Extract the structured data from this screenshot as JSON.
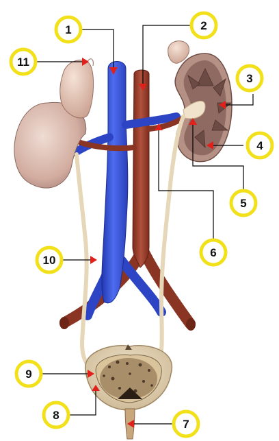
{
  "diagram": {
    "callouts": [
      {
        "id": "1",
        "label": "1"
      },
      {
        "id": "2",
        "label": "2"
      },
      {
        "id": "3",
        "label": "3"
      },
      {
        "id": "4",
        "label": "4"
      },
      {
        "id": "5",
        "label": "5"
      },
      {
        "id": "6",
        "label": "6"
      },
      {
        "id": "7",
        "label": "7"
      },
      {
        "id": "8",
        "label": "8"
      },
      {
        "id": "9",
        "label": "9"
      },
      {
        "id": "10",
        "label": "10"
      },
      {
        "id": "11",
        "label": "11"
      }
    ],
    "colors": {
      "vein": "#3a55d6",
      "artery": "#9a3b2a",
      "kidney": "#d9b8ac",
      "adrenal": "#e8c9b8",
      "ureter": "#e8dcc0",
      "bladder": "#e8d8c0",
      "marker": "#e0201a",
      "callout_ring": "#f2e01a"
    }
  }
}
